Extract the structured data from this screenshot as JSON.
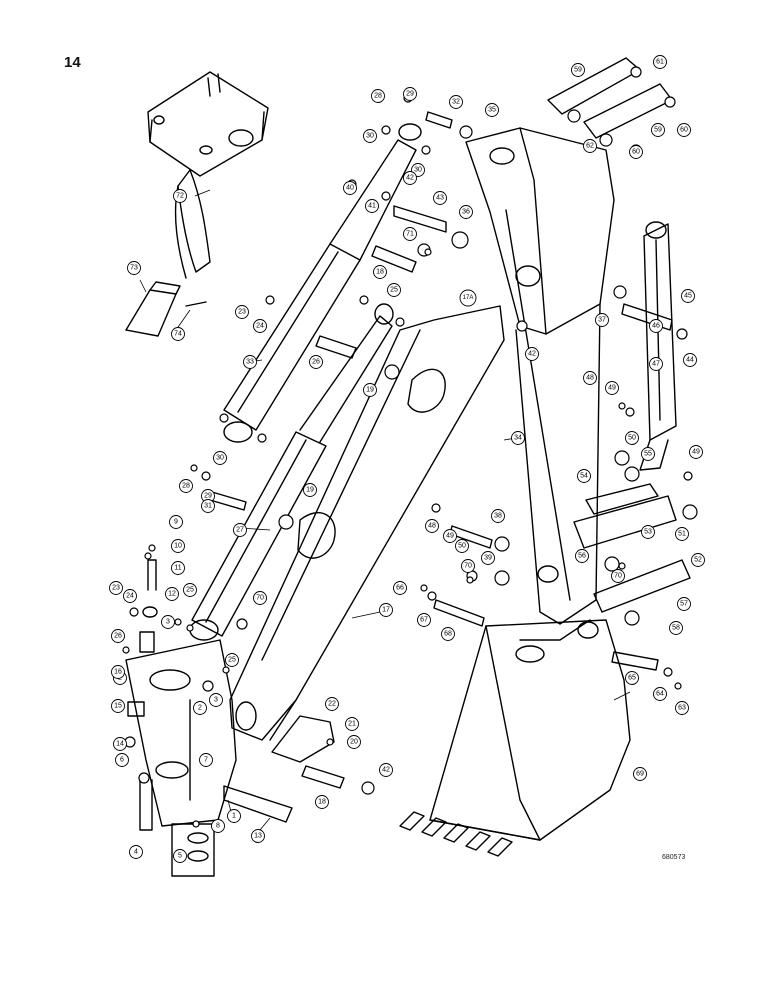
{
  "page": {
    "number": "14",
    "figure_code": "680573"
  },
  "callouts": [
    {
      "id": "c1",
      "label": "1"
    },
    {
      "id": "c2a",
      "label": "2"
    },
    {
      "id": "c2b",
      "label": "2"
    },
    {
      "id": "c3a",
      "label": "3"
    },
    {
      "id": "c3b",
      "label": "3"
    },
    {
      "id": "c4",
      "label": "4"
    },
    {
      "id": "c5",
      "label": "5"
    },
    {
      "id": "c6",
      "label": "6"
    },
    {
      "id": "c7",
      "label": "7"
    },
    {
      "id": "c8",
      "label": "8"
    },
    {
      "id": "c9",
      "label": "9"
    },
    {
      "id": "c10",
      "label": "10"
    },
    {
      "id": "c11",
      "label": "11"
    },
    {
      "id": "c12",
      "label": "12"
    },
    {
      "id": "c13",
      "label": "13"
    },
    {
      "id": "c14",
      "label": "14"
    },
    {
      "id": "c15",
      "label": "15"
    },
    {
      "id": "c16",
      "label": "16"
    },
    {
      "id": "c17",
      "label": "17"
    },
    {
      "id": "c17a",
      "label": "17A"
    },
    {
      "id": "c18a",
      "label": "18"
    },
    {
      "id": "c18b",
      "label": "18"
    },
    {
      "id": "c19a",
      "label": "19"
    },
    {
      "id": "c19b",
      "label": "19"
    },
    {
      "id": "c20",
      "label": "20"
    },
    {
      "id": "c21",
      "label": "21"
    },
    {
      "id": "c22",
      "label": "22"
    },
    {
      "id": "c23a",
      "label": "23"
    },
    {
      "id": "c23b",
      "label": "23"
    },
    {
      "id": "c24a",
      "label": "24"
    },
    {
      "id": "c24b",
      "label": "24"
    },
    {
      "id": "c25a",
      "label": "25"
    },
    {
      "id": "c25b",
      "label": "25"
    },
    {
      "id": "c25c",
      "label": "25"
    },
    {
      "id": "c26a",
      "label": "26"
    },
    {
      "id": "c26b",
      "label": "26"
    },
    {
      "id": "c27",
      "label": "27"
    },
    {
      "id": "c28a",
      "label": "28"
    },
    {
      "id": "c28b",
      "label": "28"
    },
    {
      "id": "c29a",
      "label": "29"
    },
    {
      "id": "c29b",
      "label": "29"
    },
    {
      "id": "c30a",
      "label": "30"
    },
    {
      "id": "c30b",
      "label": "30"
    },
    {
      "id": "c30c",
      "label": "30"
    },
    {
      "id": "c31",
      "label": "31"
    },
    {
      "id": "c32",
      "label": "32"
    },
    {
      "id": "c33",
      "label": "33"
    },
    {
      "id": "c34",
      "label": "34"
    },
    {
      "id": "c35",
      "label": "35"
    },
    {
      "id": "c36",
      "label": "36"
    },
    {
      "id": "c37",
      "label": "37"
    },
    {
      "id": "c38",
      "label": "38"
    },
    {
      "id": "c39",
      "label": "39"
    },
    {
      "id": "c40",
      "label": "40"
    },
    {
      "id": "c41",
      "label": "41"
    },
    {
      "id": "c42a",
      "label": "42"
    },
    {
      "id": "c42b",
      "label": "42"
    },
    {
      "id": "c42c",
      "label": "42"
    },
    {
      "id": "c43",
      "label": "43"
    },
    {
      "id": "c44",
      "label": "44"
    },
    {
      "id": "c45",
      "label": "45"
    },
    {
      "id": "c46",
      "label": "46"
    },
    {
      "id": "c47",
      "label": "47"
    },
    {
      "id": "c48a",
      "label": "48"
    },
    {
      "id": "c48b",
      "label": "48"
    },
    {
      "id": "c49a",
      "label": "49"
    },
    {
      "id": "c49b",
      "label": "49"
    },
    {
      "id": "c49c",
      "label": "49"
    },
    {
      "id": "c50a",
      "label": "50"
    },
    {
      "id": "c50b",
      "label": "50"
    },
    {
      "id": "c51",
      "label": "51"
    },
    {
      "id": "c52",
      "label": "52"
    },
    {
      "id": "c53",
      "label": "53"
    },
    {
      "id": "c54",
      "label": "54"
    },
    {
      "id": "c55",
      "label": "55"
    },
    {
      "id": "c56",
      "label": "56"
    },
    {
      "id": "c57",
      "label": "57"
    },
    {
      "id": "c58",
      "label": "58"
    },
    {
      "id": "c59a",
      "label": "59"
    },
    {
      "id": "c59b",
      "label": "59"
    },
    {
      "id": "c60a",
      "label": "60"
    },
    {
      "id": "c60b",
      "label": "60"
    },
    {
      "id": "c61",
      "label": "61"
    },
    {
      "id": "c62",
      "label": "62"
    },
    {
      "id": "c63",
      "label": "63"
    },
    {
      "id": "c64",
      "label": "64"
    },
    {
      "id": "c65",
      "label": "65"
    },
    {
      "id": "c66",
      "label": "66"
    },
    {
      "id": "c67",
      "label": "67"
    },
    {
      "id": "c68",
      "label": "68"
    },
    {
      "id": "c69",
      "label": "69"
    },
    {
      "id": "c70a",
      "label": "70"
    },
    {
      "id": "c70b",
      "label": "70"
    },
    {
      "id": "c70c",
      "label": "70"
    },
    {
      "id": "c71",
      "label": "71"
    },
    {
      "id": "c72",
      "label": "72"
    },
    {
      "id": "c73",
      "label": "73"
    },
    {
      "id": "c74",
      "label": "74"
    }
  ]
}
